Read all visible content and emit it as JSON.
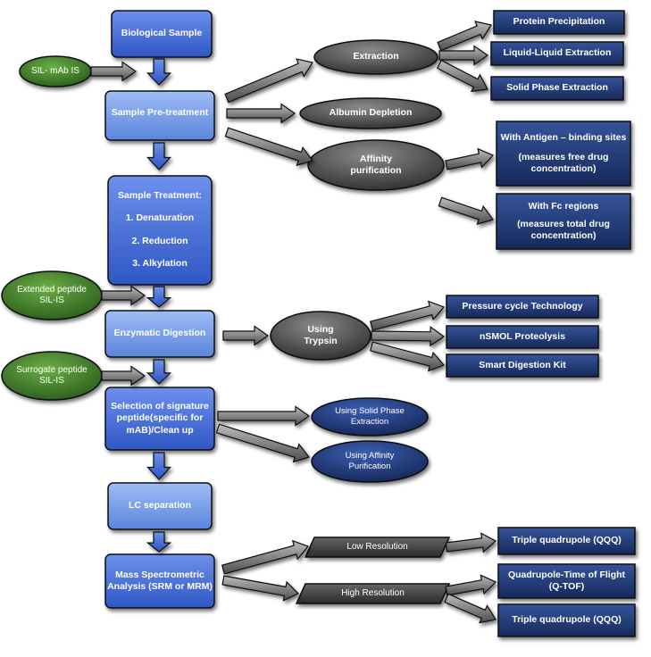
{
  "main_flow": {
    "biological_sample": "Biological Sample",
    "sample_pretreatment": "Sample Pre-treatment",
    "sample_treatment": {
      "title": "Sample Treatment:",
      "steps": [
        "1. Denaturation",
        "2. Reduction",
        "3. Alkylation"
      ]
    },
    "enzymatic_digestion": "Enzymatic Digestion",
    "signature_peptide": "Selection of signature peptide(specific for mAB)/Clean up",
    "lc_separation": "LC separation",
    "mass_spec": "Mass Spectrometric Analysis (SRM or MRM)"
  },
  "internal_standards": {
    "sil_mab": "SIL- mAb IS",
    "extended_peptide": "Extended peptide SIL-IS",
    "surrogate_peptide": "Surrogate peptide SIL-IS"
  },
  "pretreatment_options": {
    "extraction": "Extraction",
    "albumin_depletion": "Albumin Depletion",
    "affinity_purification": "Affinity purification"
  },
  "extraction_methods": [
    "Protein Precipitation",
    "Liquid-Liquid Extraction",
    "Solid Phase Extraction"
  ],
  "affinity_methods": {
    "antigen": "With Antigen – binding sites",
    "antigen_note": "(measures free drug concentration)",
    "fc": "With Fc regions",
    "fc_note": "(measures total drug concentration)"
  },
  "digestion": {
    "using_trypsin": "Using Trypsin",
    "methods": [
      "Pressure cycle Technology",
      "nSMOL Proteolysis",
      "Smart Digestion Kit"
    ]
  },
  "cleanup": {
    "solid_phase": "Using Solid Phase Extraction",
    "affinity": "Using Affinity Purification"
  },
  "ms": {
    "low_resolution": "Low Resolution",
    "high_resolution": "High Resolution",
    "low_instruments": [
      "Triple quadrupole (QQQ)"
    ],
    "high_instruments": [
      "Quadrupole-Time of Flight (Q-TOF)",
      "Triple quadrupole (QQQ)"
    ]
  },
  "colors": {
    "blue_box": "#4a6fd4",
    "light_blue_box": "#7aa0e8",
    "navy_box": "#1f3a78",
    "green_oval": "#3d7a2b",
    "gray_oval": "#4a4a4a",
    "arrow_blue": "#3c66d0",
    "arrow_gray": "#5a5a5a"
  }
}
